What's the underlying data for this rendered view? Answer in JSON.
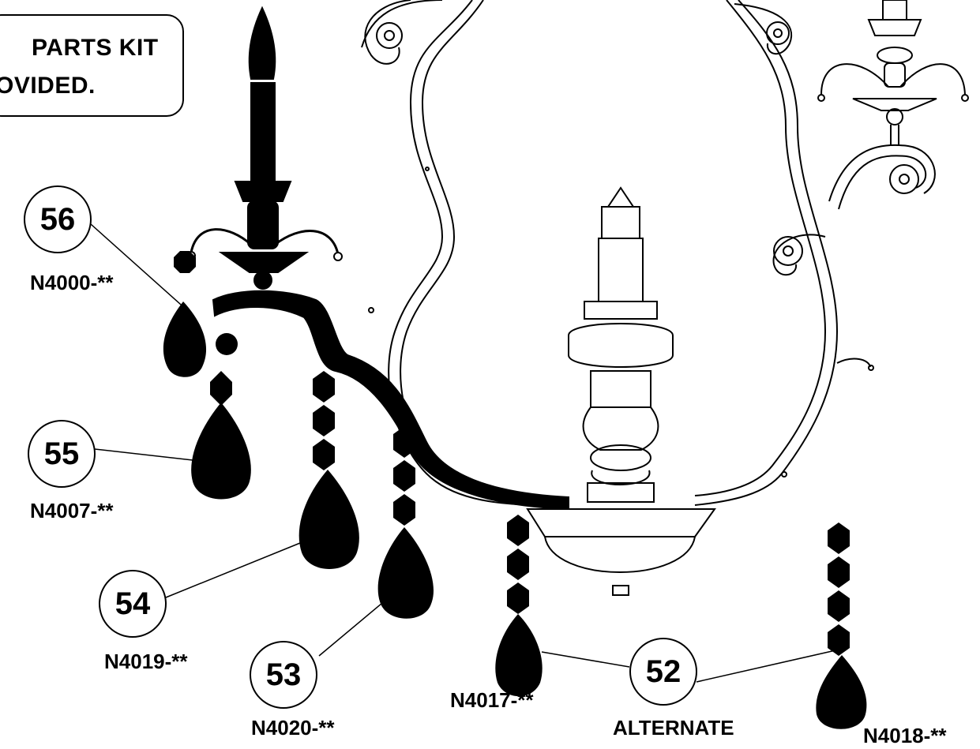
{
  "note": {
    "line1": "PARTS KIT",
    "line2": "OVIDED."
  },
  "callouts": [
    {
      "number": "56",
      "part": "N4000-**"
    },
    {
      "number": "55",
      "part": "N4007-**"
    },
    {
      "number": "54",
      "part": "N4019-**"
    },
    {
      "number": "53",
      "part": "N4020-**"
    },
    {
      "number": "52",
      "parts": [
        "N4017-**",
        "N4018-**"
      ],
      "note": "ALTERNATE"
    }
  ]
}
